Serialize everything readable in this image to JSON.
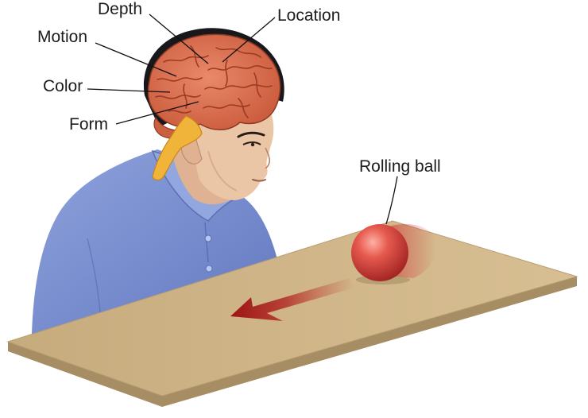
{
  "labels": {
    "depth": "Depth",
    "location": "Location",
    "motion": "Motion",
    "color": "Color",
    "form": "Form",
    "rolling_ball": "Rolling ball"
  },
  "colors": {
    "brain": "#d9714d",
    "brain_fold": "#9c3b22",
    "shirt": "#7c92d3",
    "skin": "#e9c3a4",
    "hair": "#18181c",
    "table_top": "#cfb487",
    "table_edge": "#a78d63",
    "ball": "#d23a3a",
    "arrow": "#b01c1c",
    "optic_pathway": "#f1b43a"
  },
  "icons": {
    "brain": "brain-illustration",
    "ball": "red-ball",
    "arrow": "motion-arrow"
  }
}
